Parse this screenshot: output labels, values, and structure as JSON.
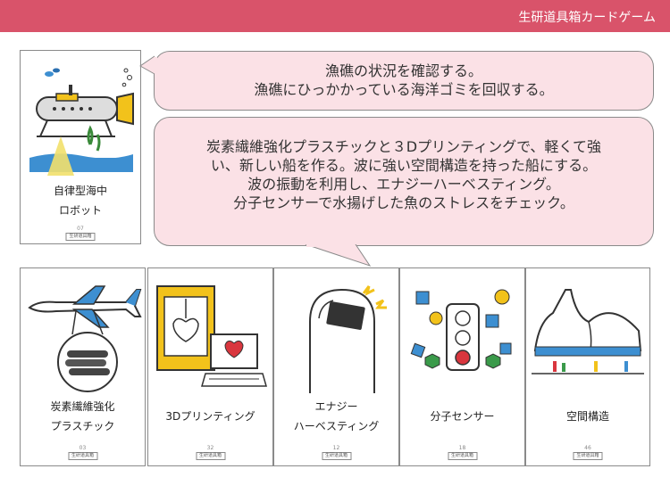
{
  "header": {
    "title": "生研道具箱カードゲーム"
  },
  "bubbles": {
    "top": {
      "line1": "漁礁の状況を確認する。",
      "line2": "漁礁にひっかかっている海洋ゴミを回収する。"
    },
    "bottom": {
      "line1": "炭素繊維強化プラスチックと３Dプリンティングで、軽くて強",
      "line2": "い、新しい船を作る。波に強い空間構造を持った船にする。",
      "line3": "波の振動を利用し、エナジーハーベスティング。",
      "line4": "分子センサーで水揚げした魚のストレスをチェック。"
    }
  },
  "main_card": {
    "name_line1": "自律型海中",
    "name_line2": "ロボット",
    "number": "07",
    "tag": "生研道具箱"
  },
  "cards": [
    {
      "name_line1": "炭素繊維強化",
      "name_line2": "プラスチック",
      "number": "03",
      "tag": "生研道具箱"
    },
    {
      "name_line1": "3Dプリンティング",
      "name_line2": "",
      "number": "32",
      "tag": "生研道具箱"
    },
    {
      "name_line1": "エナジー",
      "name_line2": "ハーベスティング",
      "number": "12",
      "tag": "生研道具箱"
    },
    {
      "name_line1": "分子センサー",
      "name_line2": "",
      "number": "18",
      "tag": "生研道具箱"
    },
    {
      "name_line1": "空間構造",
      "name_line2": "",
      "number": "46",
      "tag": "生研道具箱"
    }
  ],
  "icons": {
    "main_card": "underwater-robot-icon",
    "cards": [
      "airplane-carbon-fiber-icon",
      "3d-printer-heart-icon",
      "finger-chip-icon",
      "molecule-traffic-light-icon",
      "dome-structure-icon"
    ]
  },
  "colors": {
    "header": "#d9536a",
    "bubble": "#fbe1e6",
    "accent_yellow": "#f2c21b",
    "accent_blue": "#3d8fd1"
  }
}
